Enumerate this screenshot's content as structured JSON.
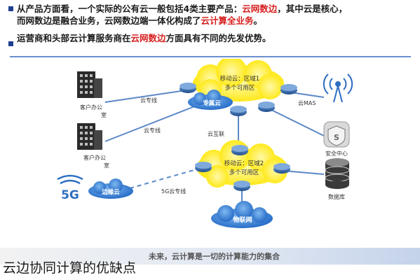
{
  "bullets": [
    {
      "segments": [
        {
          "text": "从产品方面看，一个实际的公有云一般包括4类主要产品：",
          "hl": false
        },
        {
          "text": "云网数边",
          "hl": true
        },
        {
          "text": "，其中云是核心，",
          "hl": false
        }
      ]
    },
    {
      "segments": [
        {
          "text": "而网数边是融合业务，云网数边端一体化构成了",
          "hl": false
        },
        {
          "text": "云计算全业务",
          "hl": true
        },
        {
          "text": "。",
          "hl": false
        }
      ]
    },
    {
      "segments": [
        {
          "text": "运营商和头部云计算服务商在",
          "hl": false
        },
        {
          "text": "云网数边",
          "hl": true
        },
        {
          "text": "方面具有不同的先发优势。",
          "hl": false
        }
      ]
    }
  ],
  "diagram": {
    "clouds": {
      "top": "移动云：区域1\n多个可用区",
      "middle": "移动云：区域2\n多个可用区",
      "dedicated": "专属云",
      "edge": "边缘云",
      "bottom": "物联网"
    },
    "links": {
      "cloud_line_1": "云专线",
      "cloud_line_2": "云专线",
      "cloud_interconnect": "云互联",
      "cloud_mas": "云MAS",
      "five_g": "5G云专线"
    },
    "nodes": {
      "office_1": "客户办公\n室",
      "office_2": "客户办公\n室",
      "security": "安全中心",
      "database": "数据库"
    },
    "colors": {
      "cloud_yellow": "#fff200",
      "cloud_blue": "#2f7fd8",
      "router": "#3a6fb3",
      "line": "#5b87c7"
    }
  },
  "footer": "未来，云计算是一切的计算能力的集合",
  "caption": "云边协同计算的优缺点"
}
